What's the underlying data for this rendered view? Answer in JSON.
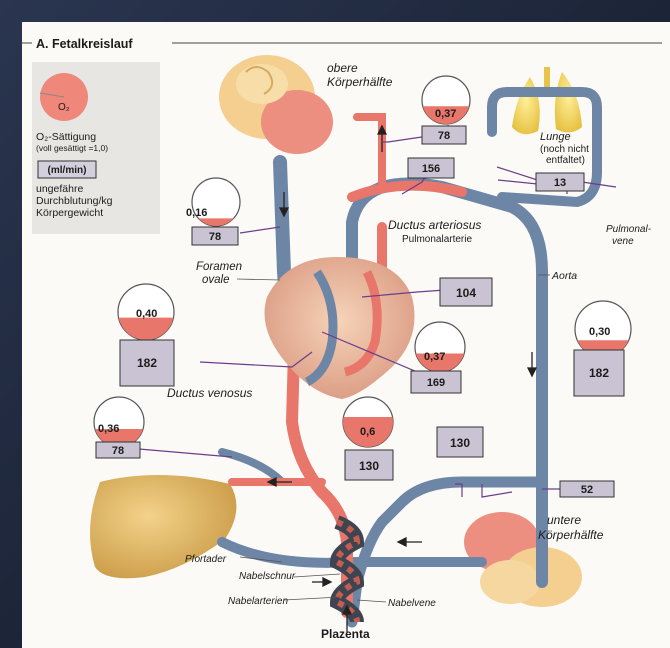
{
  "title": "A. Fetalkreislauf",
  "legend": {
    "o2_symbol": "O₂",
    "saturation_label": "O₂-Sättigung",
    "saturation_note": "(voll gesättigt =1,0)",
    "flow_unit": "(ml/min)",
    "flow_desc_1": "ungefähre",
    "flow_desc_2": "Durchblutung/kg",
    "flow_desc_3": "Körpergewicht"
  },
  "labels": {
    "upper_body_1": "obere",
    "upper_body_2": "Körperhälfte",
    "lung": "Lunge",
    "lung_note_1": "(noch nicht",
    "lung_note_2": "entfaltet)",
    "ductus_arteriosus": "Ductus arteriosus",
    "pulmonary_artery": "Pulmonalarterie",
    "pulmonary_vein_1": "Pulmonal-",
    "pulmonary_vein_2": "vene",
    "foramen_1": "Foramen",
    "foramen_2": "ovale",
    "aorta": "Aorta",
    "ductus_venosus": "Ductus venosus",
    "portal_vein": "Pfortader",
    "umbilical_cord": "Nabelschnur",
    "umbilical_arteries": "Nabelarterien",
    "umbilical_vein": "Nabelvene",
    "placenta": "Plazenta",
    "lower_body_1": "untere",
    "lower_body_2": "Körperhälfte"
  },
  "saturations": {
    "upper_body": "0,37",
    "svc": "0,16",
    "ivc_heart": "0,40",
    "liver": "0,36",
    "umbilical": "0,6",
    "pulmonary_trunk": "0,37",
    "descending_aorta": "0,30"
  },
  "saturation_values": {
    "upper_body": 0.37,
    "svc": 0.16,
    "ivc_heart": 0.4,
    "liver": 0.36,
    "umbilical": 0.6,
    "pulmonary_trunk": 0.37,
    "descending_aorta": 0.3
  },
  "flows": {
    "upper_body": "78",
    "svc": "78",
    "ductus": "156",
    "lung": "13",
    "ivc_heart": "182",
    "left_heart": "104",
    "right_ventricle": "169",
    "descending_aorta": "182",
    "liver": "78",
    "umbilical_vein": "130",
    "umbilical_arteries": "130",
    "lower_body": "52"
  },
  "colors": {
    "oxygenated": "#e8766a",
    "deoxygenated": "#6d86a6",
    "box_fill": "#c9c3d3",
    "legend_bg": "#e7e6e3"
  }
}
